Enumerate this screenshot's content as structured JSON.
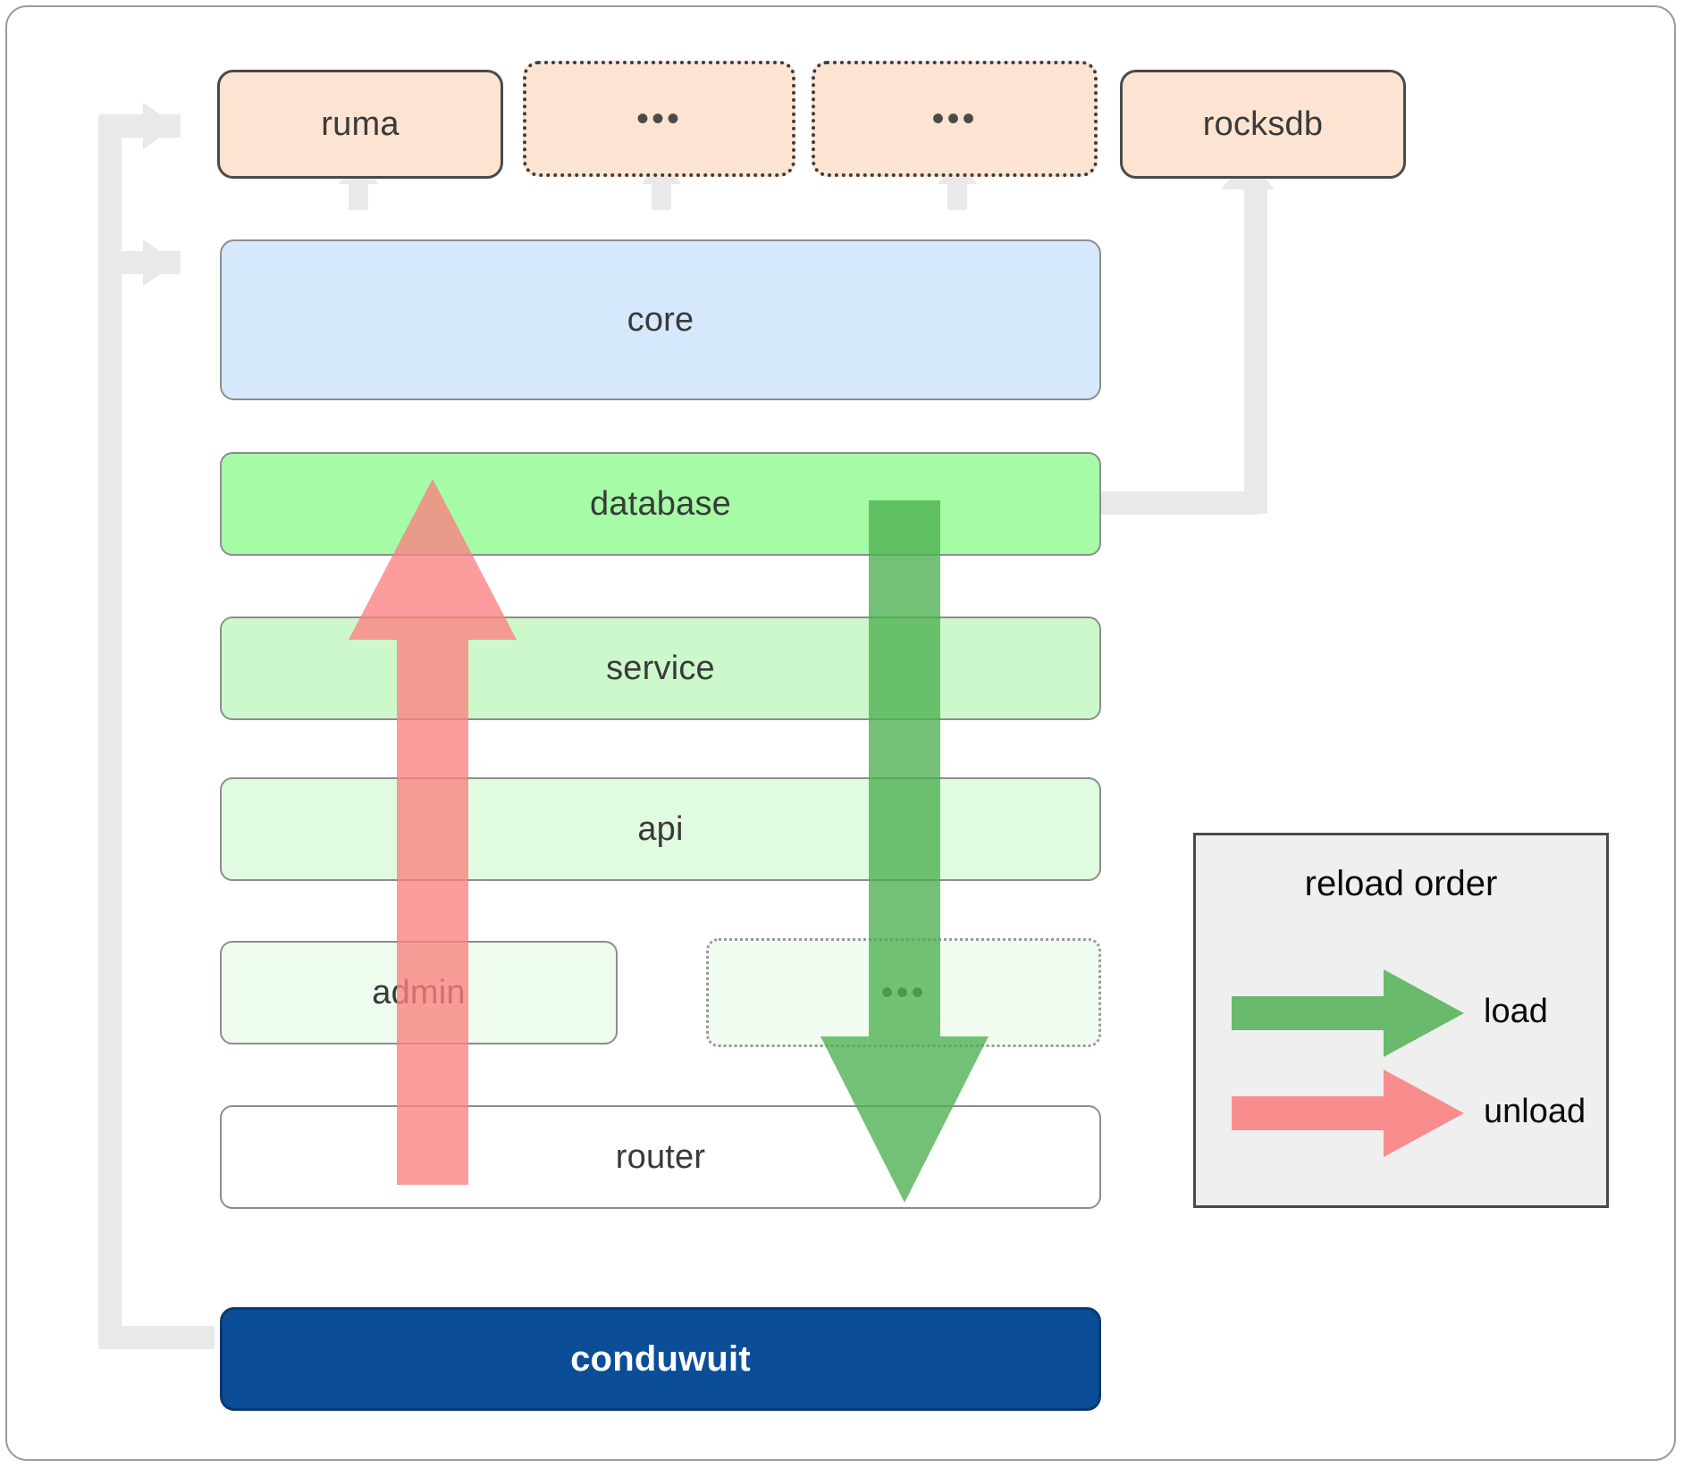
{
  "diagram": {
    "title": "conduwuit crate layering / reload order",
    "dependency_boxes": [
      {
        "id": "ruma",
        "label": "ruma",
        "style": "solid",
        "fill": "#fde3d2"
      },
      {
        "id": "dots1",
        "label": "•••",
        "style": "dotted",
        "fill": "#fde3d2"
      },
      {
        "id": "dots2",
        "label": "•••",
        "style": "dotted",
        "fill": "#fde3d2"
      },
      {
        "id": "rocksdb",
        "label": "rocksdb",
        "style": "solid",
        "fill": "#fde3d2"
      }
    ],
    "layers": [
      {
        "id": "core",
        "label": "core",
        "fill": "#d6e8fb",
        "style": "solid"
      },
      {
        "id": "database",
        "label": "database",
        "fill": "#a6fba6",
        "style": "solid"
      },
      {
        "id": "service",
        "label": "service",
        "fill": "#ccf8cc",
        "style": "solid"
      },
      {
        "id": "api",
        "label": "api",
        "fill": "#e0fbe0",
        "style": "solid"
      },
      {
        "id": "admin",
        "label": "admin",
        "fill": "#eefcee",
        "style": "solid"
      },
      {
        "id": "plugins",
        "label": "•••",
        "fill": "#f2fdf2",
        "style": "dotted"
      },
      {
        "id": "router",
        "label": "router",
        "fill": "#ffffff",
        "style": "solid"
      }
    ],
    "root": {
      "id": "conduwuit",
      "label": "conduwuit",
      "fill": "#0b4d96",
      "text_color": "#ffffff"
    }
  },
  "legend": {
    "title": "reload order",
    "items": [
      {
        "label": "load",
        "color": "#5cb85c",
        "direction": "right"
      },
      {
        "label": "unload",
        "color": "#fb8080",
        "direction": "right"
      }
    ]
  },
  "arrows": {
    "load": {
      "label": "load",
      "color": "#5cb85c",
      "direction": "down",
      "from": "database",
      "to": "router"
    },
    "unload": {
      "label": "unload",
      "color": "#fb8080",
      "direction": "up",
      "from": "router",
      "to": "database"
    }
  }
}
